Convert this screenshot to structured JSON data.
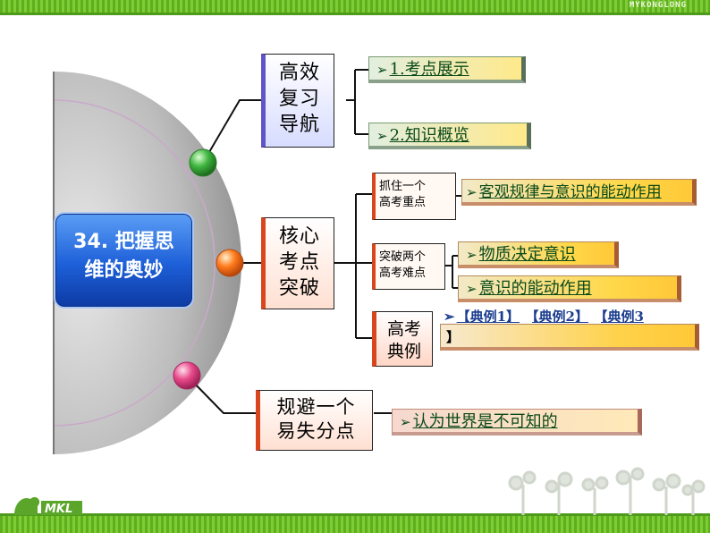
{
  "brand": "MYKONGLONG",
  "center_title": [
    "34. 把握思",
    "维的奥妙"
  ],
  "categories": {
    "navigation": [
      "高效",
      "复习",
      "导航"
    ],
    "core": [
      "核心",
      "考点",
      "突破"
    ],
    "avoid": [
      "规避一个",
      "易失分点"
    ]
  },
  "navigation_links": [
    "1.考点展示",
    "2.知识概览"
  ],
  "core_subs": {
    "key_point": [
      "抓住一个",
      "高考重点"
    ],
    "difficult_points": [
      "突破两个",
      "高考难点"
    ],
    "examples": [
      "高考",
      "典例"
    ]
  },
  "key_point_link": "客观规律与意识的能动作用",
  "difficult_links": [
    "物质决定意识",
    "意识的能动作用"
  ],
  "example_links": [
    "【典例1】",
    "【典例2】",
    "【典例3"
  ],
  "example_tail": "】",
  "avoid_link": "认为世界是不可知的",
  "arrow_glyph": "➢",
  "colors": {
    "center_blue": "#1d5fd8",
    "green_node": "#3fb53f",
    "orange_node": "#ff7a1a",
    "pink_node": "#e84a8a",
    "accent_red": "#d9461e",
    "accent_purple": "#5f54c8"
  }
}
